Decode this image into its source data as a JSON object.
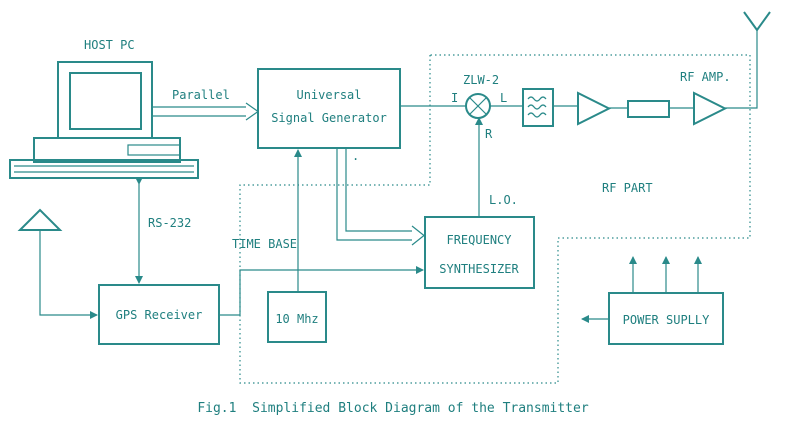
{
  "labels": {
    "host_pc": "HOST PC",
    "parallel": "Parallel",
    "rs232": "RS-232",
    "time_base": "TIME BASE",
    "zlw2": "ZLW-2",
    "i_port": "I",
    "l_port": "L",
    "r_port": "R",
    "lo": "L.O.",
    "rf_amp": "RF AMP.",
    "rf_part": "RF PART"
  },
  "blocks": {
    "usg_line1": "Universal",
    "usg_line2": "Signal Generator",
    "freq_line1": "FREQUENCY",
    "freq_line2": "SYNTHESIZER",
    "gps": "GPS Receiver",
    "osc": "10 Mhz",
    "power": "POWER SUPLLY"
  },
  "caption": "Fig.1  Simplified Block Diagram of the Transmitter",
  "colors": {
    "line": "#2a8a8a",
    "text": "#1f7f7f",
    "background": "#ffffff"
  }
}
